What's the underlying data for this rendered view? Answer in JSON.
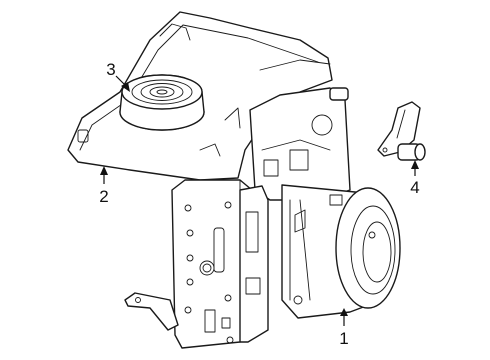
{
  "callouts": [
    {
      "id": "1",
      "label": "1",
      "part": "hydraulic-unit"
    },
    {
      "id": "2",
      "label": "2",
      "part": "mounting-bracket"
    },
    {
      "id": "3",
      "label": "3",
      "part": "insulator"
    },
    {
      "id": "4",
      "label": "4",
      "part": "sensor"
    }
  ],
  "colors": {
    "line": "#1a1a1a",
    "background": "#ffffff"
  }
}
